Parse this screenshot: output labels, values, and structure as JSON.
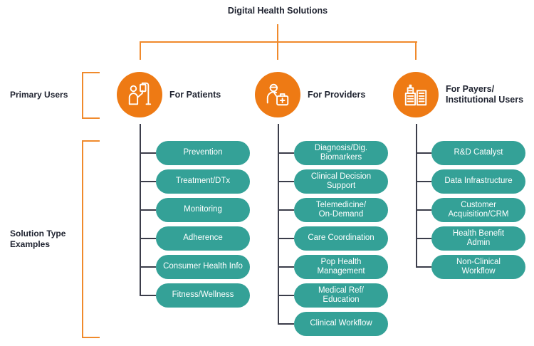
{
  "title": "Digital Health Solutions",
  "row_labels": {
    "primary_users": "Primary Users",
    "solution_types": "Solution Type\nExamples"
  },
  "colors": {
    "accent_orange": "#ee7a14",
    "connector_orange": "#f08a2c",
    "pill_teal": "#34a197",
    "connector_dark": "#3b3d4a"
  },
  "columns": [
    {
      "title": "For Patients",
      "icon": "patient-iv-icon",
      "items": [
        "Prevention",
        "Treatment/DTx",
        "Monitoring",
        "Adherence",
        "Consumer Health Info",
        "Fitness/Wellness"
      ]
    },
    {
      "title": "For Providers",
      "icon": "doctor-medkit-icon",
      "items": [
        "Diagnosis/Dig.\nBiomarkers",
        "Clinical Decision\nSupport",
        "Telemedicine/\nOn-Demand",
        "Care Coordination",
        "Pop Health\nManagement",
        "Medical Ref/\nEducation",
        "Clinical Workflow"
      ]
    },
    {
      "title": "For Payers/\nInstitutional Users",
      "icon": "buildings-icon",
      "items": [
        "R&D Catalyst",
        "Data Infrastructure",
        "Customer\nAcquisition/CRM",
        "Health Benefit\nAdmin",
        "Non-Clinical\nWorkflow"
      ]
    }
  ]
}
